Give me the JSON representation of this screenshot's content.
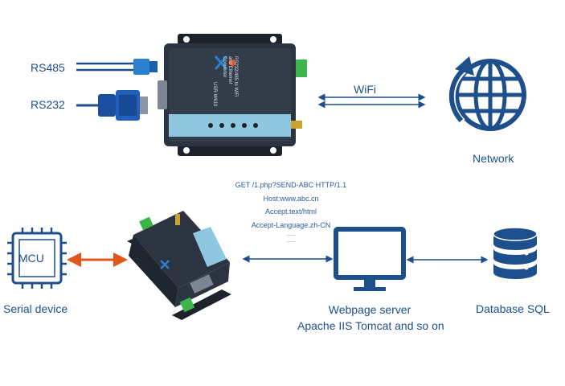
{
  "top": {
    "rs485_label": "RS485",
    "rs232_label": "RS232",
    "wifi_label": "WiFi",
    "network_label": "Network",
    "device_text_line1": "RS232/485 to WiFi",
    "device_text_line2": "and Ethernet",
    "device_text_line3": "Converter",
    "device_brand": "USR-W610"
  },
  "http_request": {
    "lines": [
      "GET /1.php?SEND-ABC HTTP/1.1",
      "Host:www.abc.cn",
      "Accept.text/html",
      "Accept-Language.zh-CN",
      "......",
      "......"
    ]
  },
  "bottom": {
    "mcu_label": "MCU",
    "serial_device_label": "Serial device",
    "webpage_server_label": "Webpage server",
    "webpage_server_sub": "Apache IIS Tomcat and so on",
    "database_label": "Database SQL"
  },
  "colors": {
    "primary_blue": "#1d4f8c",
    "orange_arrow": "#e0561b",
    "device_body": "#2b3440",
    "device_panel": "#8fc7e0",
    "terminal_green": "#3bb54a"
  }
}
